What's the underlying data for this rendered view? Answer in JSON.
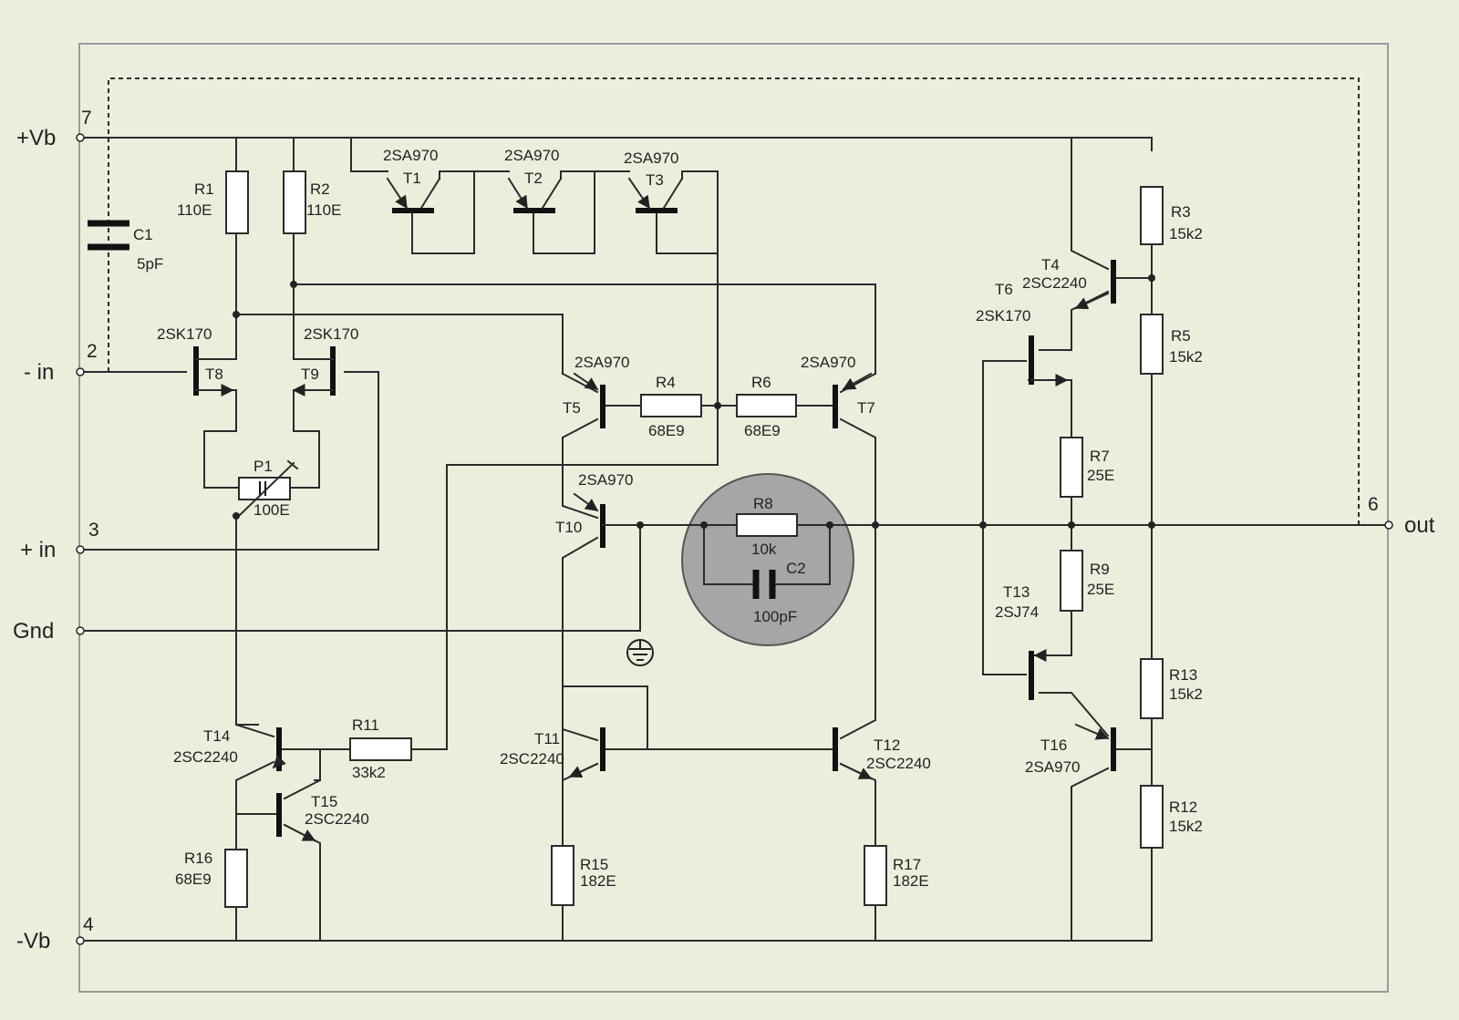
{
  "terminals": {
    "vplus": "+Vb",
    "vplus_pin": "7",
    "inv_in": "- in",
    "inv_pin": "2",
    "noninv_in": "+ in",
    "noninv_pin": "3",
    "gnd": "Gnd",
    "vminus": "-Vb",
    "vminus_pin": "4",
    "out": "out",
    "out_pin": "6"
  },
  "components": {
    "c1": {
      "ref": "C1",
      "value": "5pF"
    },
    "r1": {
      "ref": "R1",
      "value": "110E"
    },
    "r2": {
      "ref": "R2",
      "value": "110E"
    },
    "t1": {
      "ref": "T1",
      "part": "2SA970"
    },
    "t2": {
      "ref": "T2",
      "part": "2SA970"
    },
    "t3": {
      "ref": "T3",
      "part": "2SA970"
    },
    "t8": {
      "ref": "T8",
      "part": "2SK170"
    },
    "t9": {
      "ref": "T9",
      "part": "2SK170"
    },
    "p1": {
      "ref": "P1",
      "value": "100E"
    },
    "t5": {
      "ref": "T5",
      "part": "2SA970"
    },
    "r4": {
      "ref": "R4",
      "value": "68E9"
    },
    "r6": {
      "ref": "R6",
      "value": "68E9"
    },
    "t7": {
      "ref": "T7",
      "part": "2SA970"
    },
    "t10": {
      "ref": "T10",
      "part": "2SA970"
    },
    "r8": {
      "ref": "R8",
      "value": "10k"
    },
    "c2": {
      "ref": "C2",
      "value": "100pF"
    },
    "t4": {
      "ref": "T4",
      "part": "2SC2240"
    },
    "t6": {
      "ref": "T6",
      "part": "2SK170"
    },
    "r3": {
      "ref": "R3",
      "value": "15k2"
    },
    "r5": {
      "ref": "R5",
      "value": "15k2"
    },
    "r7": {
      "ref": "R7",
      "value": "25E"
    },
    "r9": {
      "ref": "R9",
      "value": "25E"
    },
    "t13": {
      "ref": "T13",
      "part": "2SJ74"
    },
    "r13": {
      "ref": "R13",
      "value": "15k2"
    },
    "r12": {
      "ref": "R12",
      "value": "15k2"
    },
    "t16": {
      "ref": "T16",
      "part": "2SA970"
    },
    "t14": {
      "ref": "T14",
      "part": "2SC2240"
    },
    "t15": {
      "ref": "T15",
      "part": "2SC2240"
    },
    "r11": {
      "ref": "R11",
      "value": "33k2"
    },
    "r16": {
      "ref": "R16",
      "value": "68E9"
    },
    "t11": {
      "ref": "T11",
      "part": "2SC2240"
    },
    "t12": {
      "ref": "T12",
      "part": "2SC2240"
    },
    "r15": {
      "ref": "R15",
      "value": "182E"
    },
    "r17": {
      "ref": "R17",
      "value": "182E"
    }
  }
}
